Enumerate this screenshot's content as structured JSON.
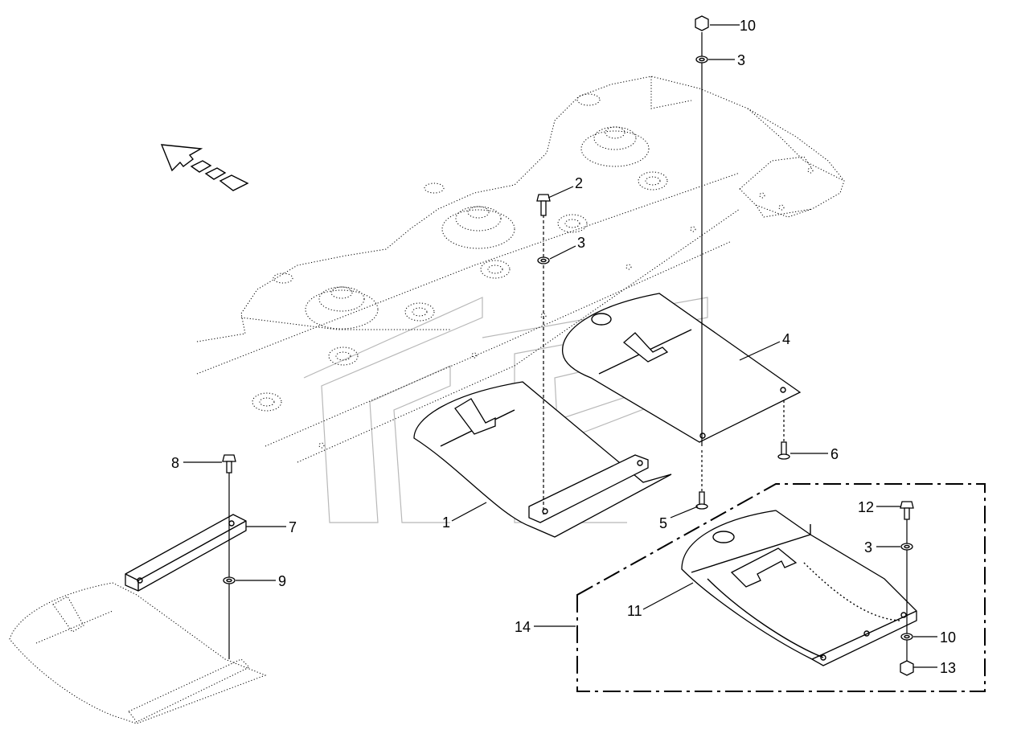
{
  "diagram": {
    "callouts": [
      {
        "id": "c1",
        "label": "1"
      },
      {
        "id": "c2",
        "label": "2"
      },
      {
        "id": "c3a",
        "label": "3"
      },
      {
        "id": "c3b",
        "label": "3"
      },
      {
        "id": "c3c",
        "label": "3"
      },
      {
        "id": "c4",
        "label": "4"
      },
      {
        "id": "c5",
        "label": "5"
      },
      {
        "id": "c6",
        "label": "6"
      },
      {
        "id": "c7",
        "label": "7"
      },
      {
        "id": "c8",
        "label": "8"
      },
      {
        "id": "c9",
        "label": "9"
      },
      {
        "id": "c10a",
        "label": "10"
      },
      {
        "id": "c10b",
        "label": "10"
      },
      {
        "id": "c11",
        "label": "11"
      },
      {
        "id": "c12",
        "label": "12"
      },
      {
        "id": "c13",
        "label": "13"
      },
      {
        "id": "c14",
        "label": "14"
      }
    ],
    "icons": {
      "direction_arrow": "direction-arrow-icon"
    }
  }
}
